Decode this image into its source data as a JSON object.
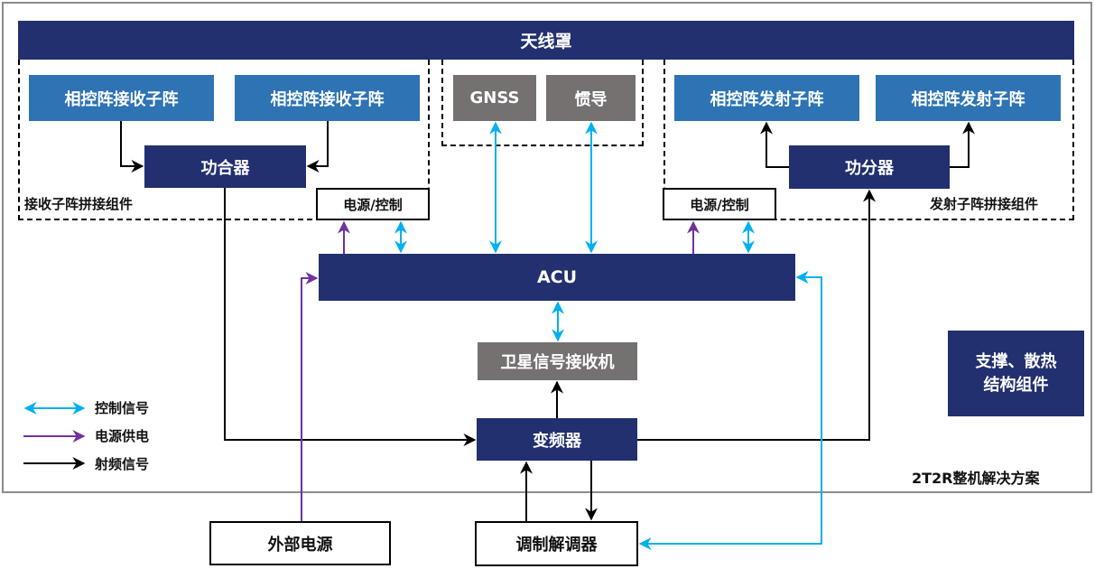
{
  "title": "天线罩",
  "colors": {
    "navy": "#223070",
    "array_blue": "#2e74b5",
    "gray": "#757171",
    "control": "#00b0f0",
    "power": "#7030a0",
    "rf": "#000000"
  },
  "receive_group": {
    "label": "接收子阵拼接组件",
    "subarrays": [
      "相控阵接收子阵",
      "相控阵接收子阵"
    ],
    "combiner": "功合器",
    "power_control": "电源/控制"
  },
  "nav_group": {
    "items": [
      "GNSS",
      "惯导"
    ]
  },
  "transmit_group": {
    "label": "发射子阵拼接组件",
    "subarrays": [
      "相控阵发射子阵",
      "相控阵发射子阵"
    ],
    "divider": "功分器",
    "power_control": "电源/控制"
  },
  "acu": "ACU",
  "satellite_receiver": "卫星信号接收机",
  "converter": "变频器",
  "structure": [
    "支撑、散热",
    "结构组件"
  ],
  "solution_label": "2T2R整机解决方案",
  "external_power": "外部电源",
  "modem": "调制解调器",
  "legend": [
    {
      "label": "控制信号",
      "type": "control"
    },
    {
      "label": "电源供电",
      "type": "power"
    },
    {
      "label": "射频信号",
      "type": "rf"
    }
  ]
}
